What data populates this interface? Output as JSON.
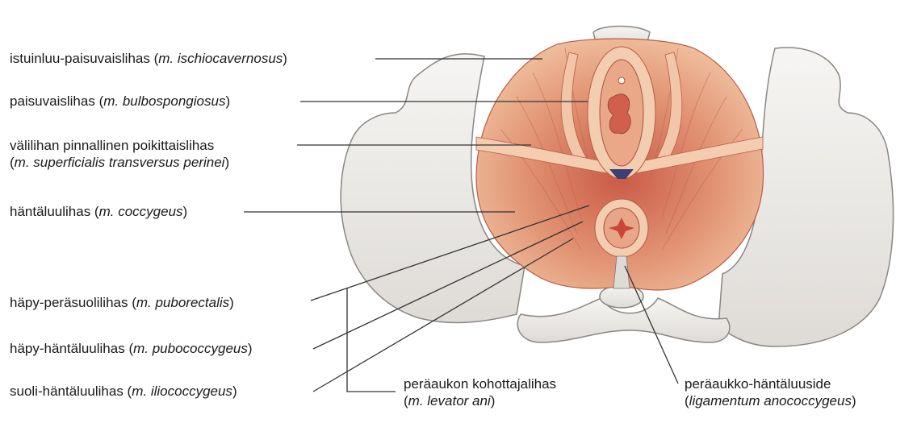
{
  "labels": {
    "ischiocavernosus": {
      "fi": "istuinluu-paisuvaislihas",
      "open": " (",
      "latin": "m. ischiocavernosus",
      "close": ")"
    },
    "bulbospongiosus": {
      "fi": "paisuvaislihas",
      "open": " (",
      "latin": "m. bulbospongiosus",
      "close": ")"
    },
    "transversus": {
      "fi": "välilihan pinnallinen poikittaislihas",
      "open": "(",
      "latin": "m. superficialis transversus perinei",
      "close": ")"
    },
    "coccygeus": {
      "fi": "häntäluulihas",
      "open": " (",
      "latin": "m. coccygeus",
      "close": ")"
    },
    "puborectalis": {
      "fi": "häpy-peräsuolilihas",
      "open": " (",
      "latin": "m. puborectalis",
      "close": ")"
    },
    "pubococcygeus": {
      "fi": "häpy-häntäluulihas",
      "open": " (",
      "latin": "m. pubococcygeus",
      "close": ")"
    },
    "iliococcygeus": {
      "fi": "suoli-häntäluulihas",
      "open": " (",
      "latin": "m. iliococcygeus",
      "close": ")"
    },
    "levator_ani": {
      "fi": "peräaukon kohottajalihas",
      "open": "(",
      "latin": "m. levator ani",
      "close": ")"
    },
    "anococcygeal": {
      "fi": "peräaukko-häntäluuside",
      "open": "(",
      "latin": "ligamentum anococcygeus",
      "close": ")"
    }
  },
  "colors": {
    "bone": "#eeece9",
    "bone_stroke": "#8a8683",
    "muscle": "#e8a582",
    "muscle_dark": "#cf6f55",
    "ring": "#f3cdb0",
    "line": "#333333"
  }
}
